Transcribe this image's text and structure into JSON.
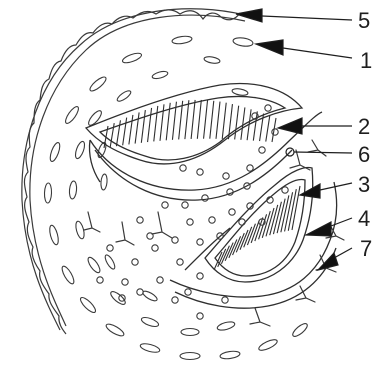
{
  "diagram": {
    "labels": [
      "5",
      "1",
      "2",
      "6",
      "3",
      "4",
      "7"
    ]
  }
}
